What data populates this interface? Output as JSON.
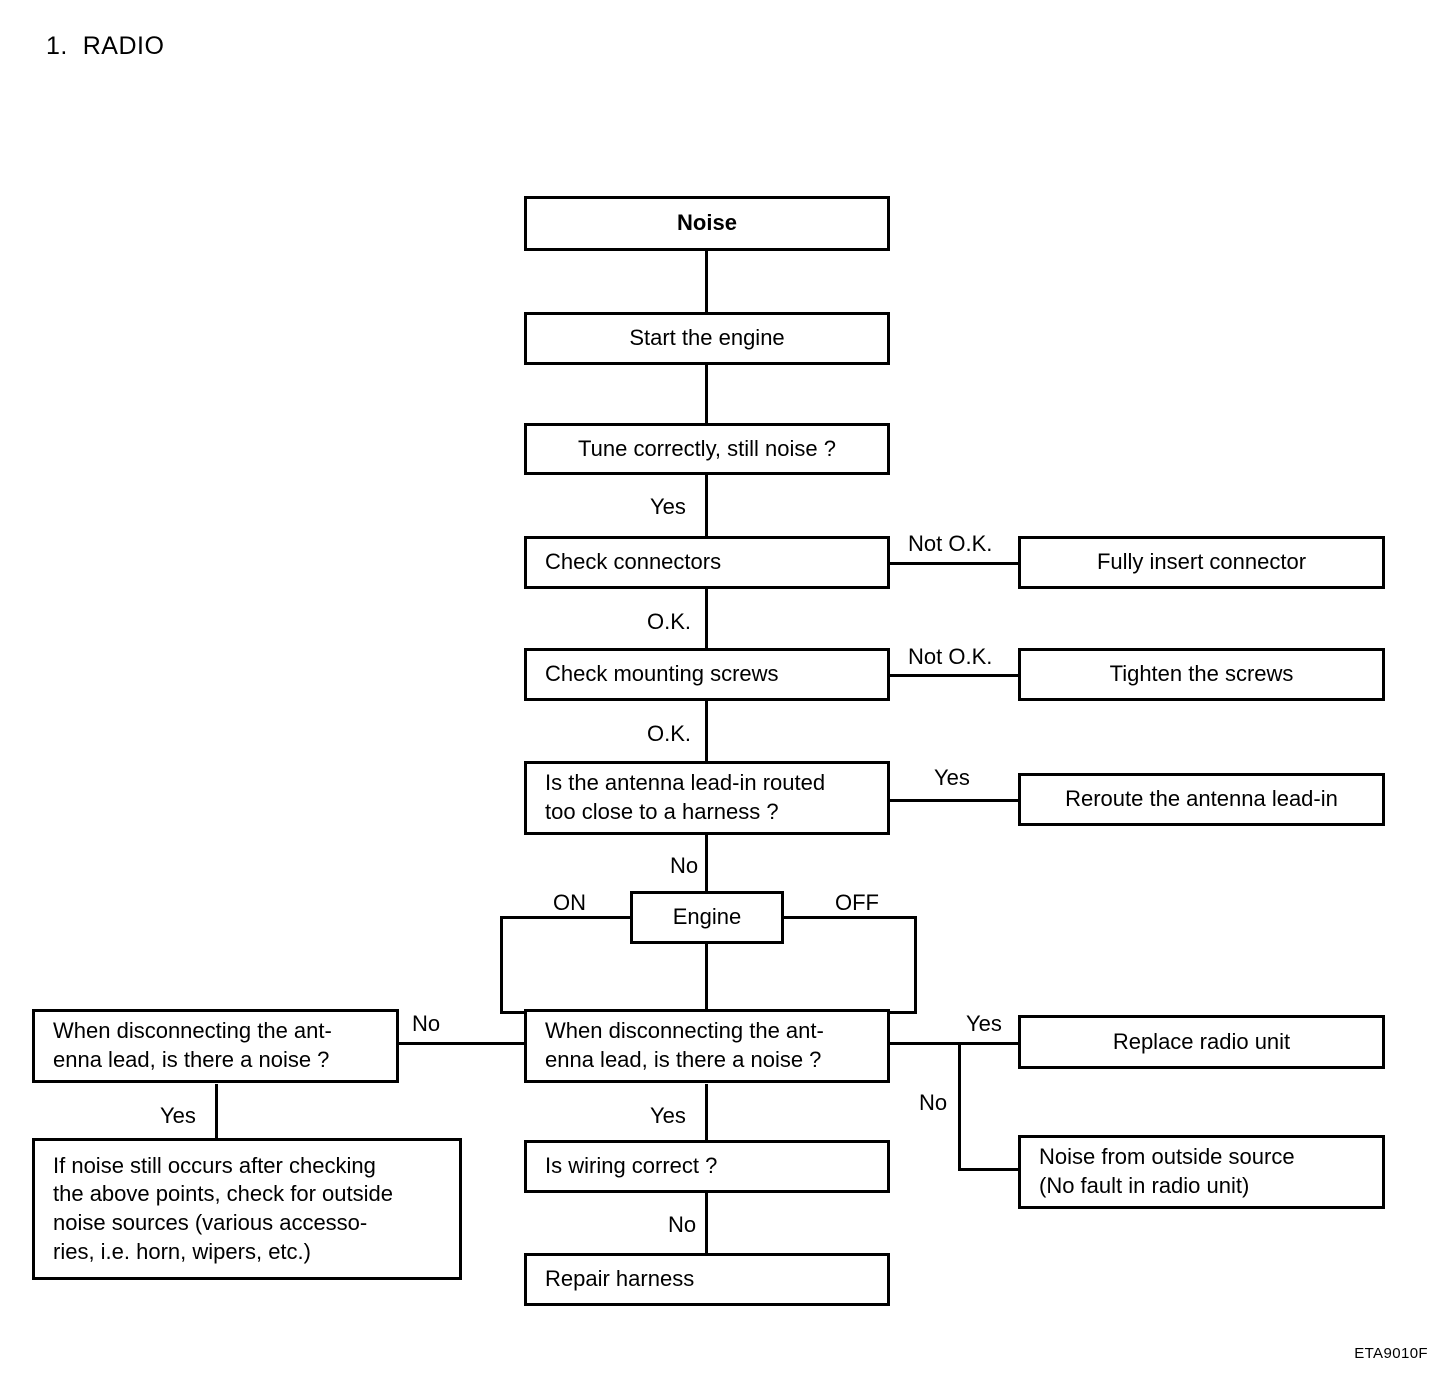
{
  "document": {
    "title": "1.  RADIO",
    "footer_code": "ETA9010F"
  },
  "chart_data": {
    "type": "flowchart",
    "title": "1.  RADIO",
    "orientation": "top-down",
    "nodes": [
      {
        "id": "noise",
        "label": "Noise",
        "style": "bold-centered"
      },
      {
        "id": "start_engine",
        "label": "Start the engine",
        "style": "centered"
      },
      {
        "id": "tune",
        "label": "Tune correctly, still noise ?",
        "style": "centered"
      },
      {
        "id": "check_conn",
        "label": "Check connectors",
        "style": "centered"
      },
      {
        "id": "insert_conn",
        "label": "Fully insert connector",
        "style": "centered"
      },
      {
        "id": "check_screws",
        "label": "Check mounting screws",
        "style": "centered"
      },
      {
        "id": "tighten_screws",
        "label": "Tighten the screws",
        "style": "centered"
      },
      {
        "id": "antenna_route",
        "label": "Is the antenna lead-in routed\ntoo close to a harness ?",
        "style": "left"
      },
      {
        "id": "reroute",
        "label": "Reroute the antenna lead-in",
        "style": "centered"
      },
      {
        "id": "engine",
        "label": "Engine",
        "style": "centered"
      },
      {
        "id": "disc_left",
        "label": "When disconnecting the ant-\nenna lead, is there a noise ?",
        "style": "left"
      },
      {
        "id": "disc_right",
        "label": "When disconnecting  the ant-\nenna lead, is there a noise ?",
        "style": "left"
      },
      {
        "id": "outside_note",
        "label": "If noise still occurs after checking\nthe above points, check for outside\nnoise sources (various accesso-\nries, i.e. horn, wipers, etc.)",
        "style": "left"
      },
      {
        "id": "wiring",
        "label": "Is wiring correct ?",
        "style": "left"
      },
      {
        "id": "repair",
        "label": "Repair harness",
        "style": "left"
      },
      {
        "id": "replace_radio",
        "label": "Replace radio unit",
        "style": "centered"
      },
      {
        "id": "outside_source",
        "label": "Noise from outside source\n(No fault in radio unit)",
        "style": "left"
      }
    ],
    "edges": [
      {
        "from": "noise",
        "to": "start_engine",
        "label": ""
      },
      {
        "from": "start_engine",
        "to": "tune",
        "label": ""
      },
      {
        "from": "tune",
        "to": "check_conn",
        "label": "Yes"
      },
      {
        "from": "check_conn",
        "to": "insert_conn",
        "label": "Not O.K."
      },
      {
        "from": "check_conn",
        "to": "check_screws",
        "label": "O.K."
      },
      {
        "from": "check_screws",
        "to": "tighten_screws",
        "label": "Not O.K."
      },
      {
        "from": "check_screws",
        "to": "antenna_route",
        "label": "O.K."
      },
      {
        "from": "antenna_route",
        "to": "reroute",
        "label": "Yes"
      },
      {
        "from": "antenna_route",
        "to": "engine",
        "label": "No"
      },
      {
        "from": "engine",
        "to": "disc_left",
        "label": "ON"
      },
      {
        "from": "engine",
        "to": "disc_right",
        "label": "OFF"
      },
      {
        "from": "disc_right",
        "to": "disc_left",
        "label": "No"
      },
      {
        "from": "disc_left",
        "to": "outside_note",
        "label": "Yes"
      },
      {
        "from": "disc_right",
        "to": "wiring",
        "label": "Yes"
      },
      {
        "from": "disc_right",
        "to": "replace_radio",
        "label": "Yes"
      },
      {
        "from": "disc_right",
        "to": "outside_source",
        "label": "No"
      },
      {
        "from": "wiring",
        "to": "repair",
        "label": "No"
      }
    ],
    "edge_labels": [
      "Yes",
      "Not O.K.",
      "O.K.",
      "Not O.K.",
      "O.K.",
      "Yes",
      "No",
      "ON",
      "OFF",
      "No",
      "Yes",
      "Yes",
      "Yes",
      "No",
      "No"
    ]
  },
  "labels": {
    "yes_tune": "Yes",
    "notok_conn": "Not O.K.",
    "ok_conn": "O.K.",
    "notok_screws": "Not O.K.",
    "ok_screws": "O.K.",
    "yes_antenna": "Yes",
    "no_antenna": "No",
    "on_engine": "ON",
    "off_engine": "OFF",
    "no_disc": "No",
    "yes_disc_left": "Yes",
    "yes_disc_right": "Yes",
    "yes_replace": "Yes",
    "no_outside": "No",
    "no_wiring": "No"
  },
  "nodes": {
    "noise": "Noise",
    "start_engine": "Start the engine",
    "tune": "Tune correctly, still noise ?",
    "check_conn": "Check connectors",
    "insert_conn": "Fully insert connector",
    "check_screws": "Check mounting screws",
    "tighten_screws": "Tighten the screws",
    "antenna_route": "Is the antenna lead-in routed\ntoo close to a harness ?",
    "reroute": "Reroute the antenna lead-in",
    "engine": "Engine",
    "disc_left": "When disconnecting the ant-\nenna lead, is there a noise ?",
    "disc_right": "When disconnecting  the ant-\nenna lead, is there a noise ?",
    "outside_note": "If noise still occurs after checking\nthe above points, check for outside\nnoise sources (various accesso-\nries, i.e. horn, wipers, etc.)",
    "wiring": "Is wiring correct ?",
    "repair": "Repair harness",
    "replace_radio": "Replace radio unit",
    "outside_source": "Noise from outside source\n(No fault in radio unit)"
  }
}
